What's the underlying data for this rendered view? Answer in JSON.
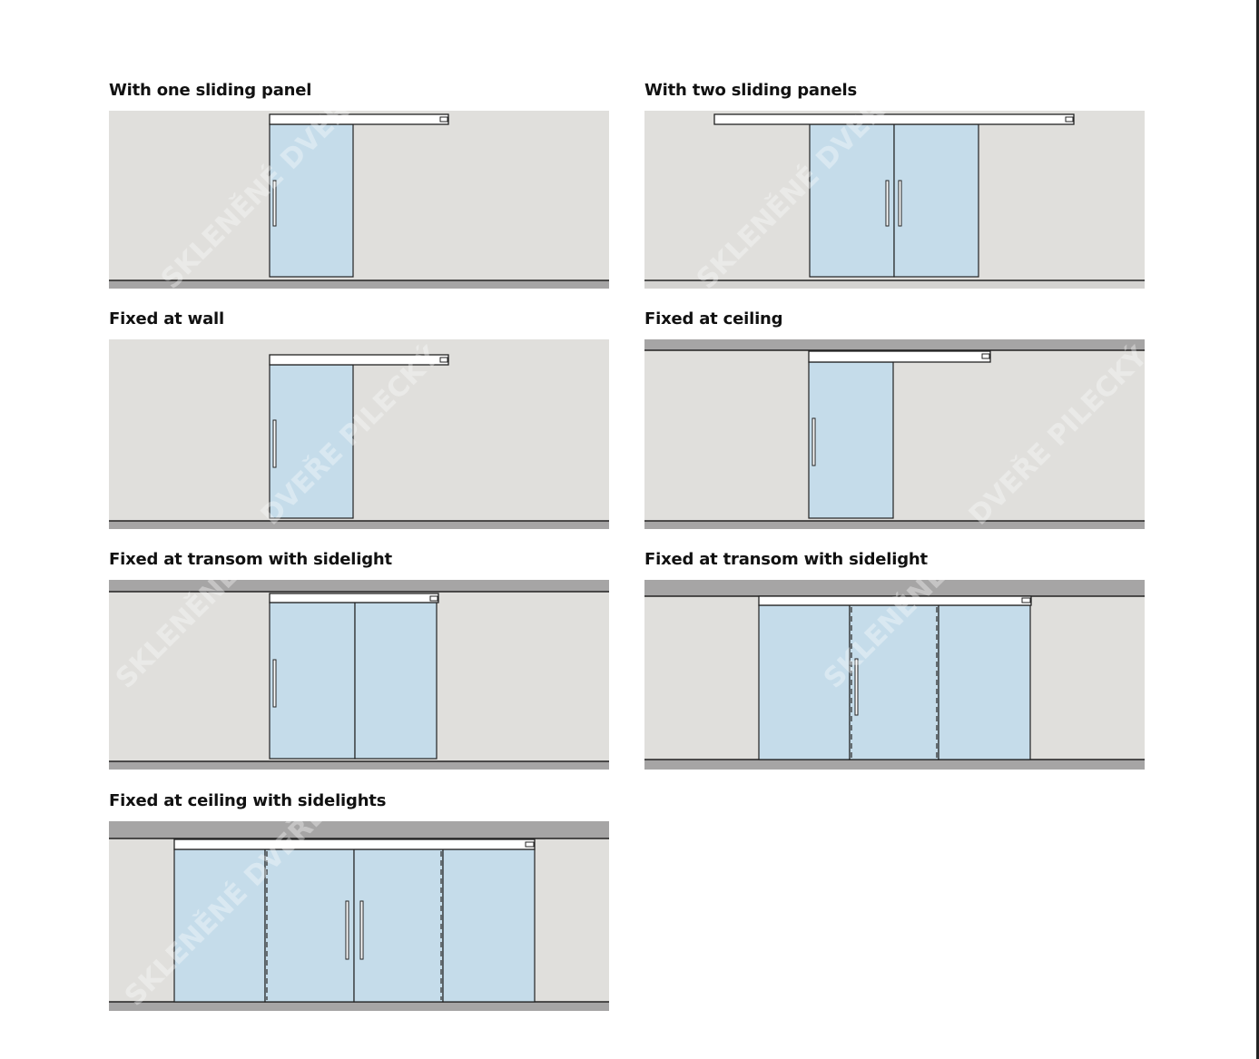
{
  "diagrams": [
    {
      "title": "With one sliding panel"
    },
    {
      "title": "With two sliding panels"
    },
    {
      "title": "Fixed at wall"
    },
    {
      "title": "Fixed at ceiling"
    },
    {
      "title": "Fixed at transom with sidelight"
    },
    {
      "title": "Fixed at transom with sidelight"
    },
    {
      "title": "Fixed at ceiling with sidelights"
    }
  ],
  "watermark": "SKLENĚNÉ DVEŘE PILECKÝ",
  "colors": {
    "wall": "#e0dfdc",
    "glass": "#c5dcea",
    "band": "#a6a5a5"
  }
}
